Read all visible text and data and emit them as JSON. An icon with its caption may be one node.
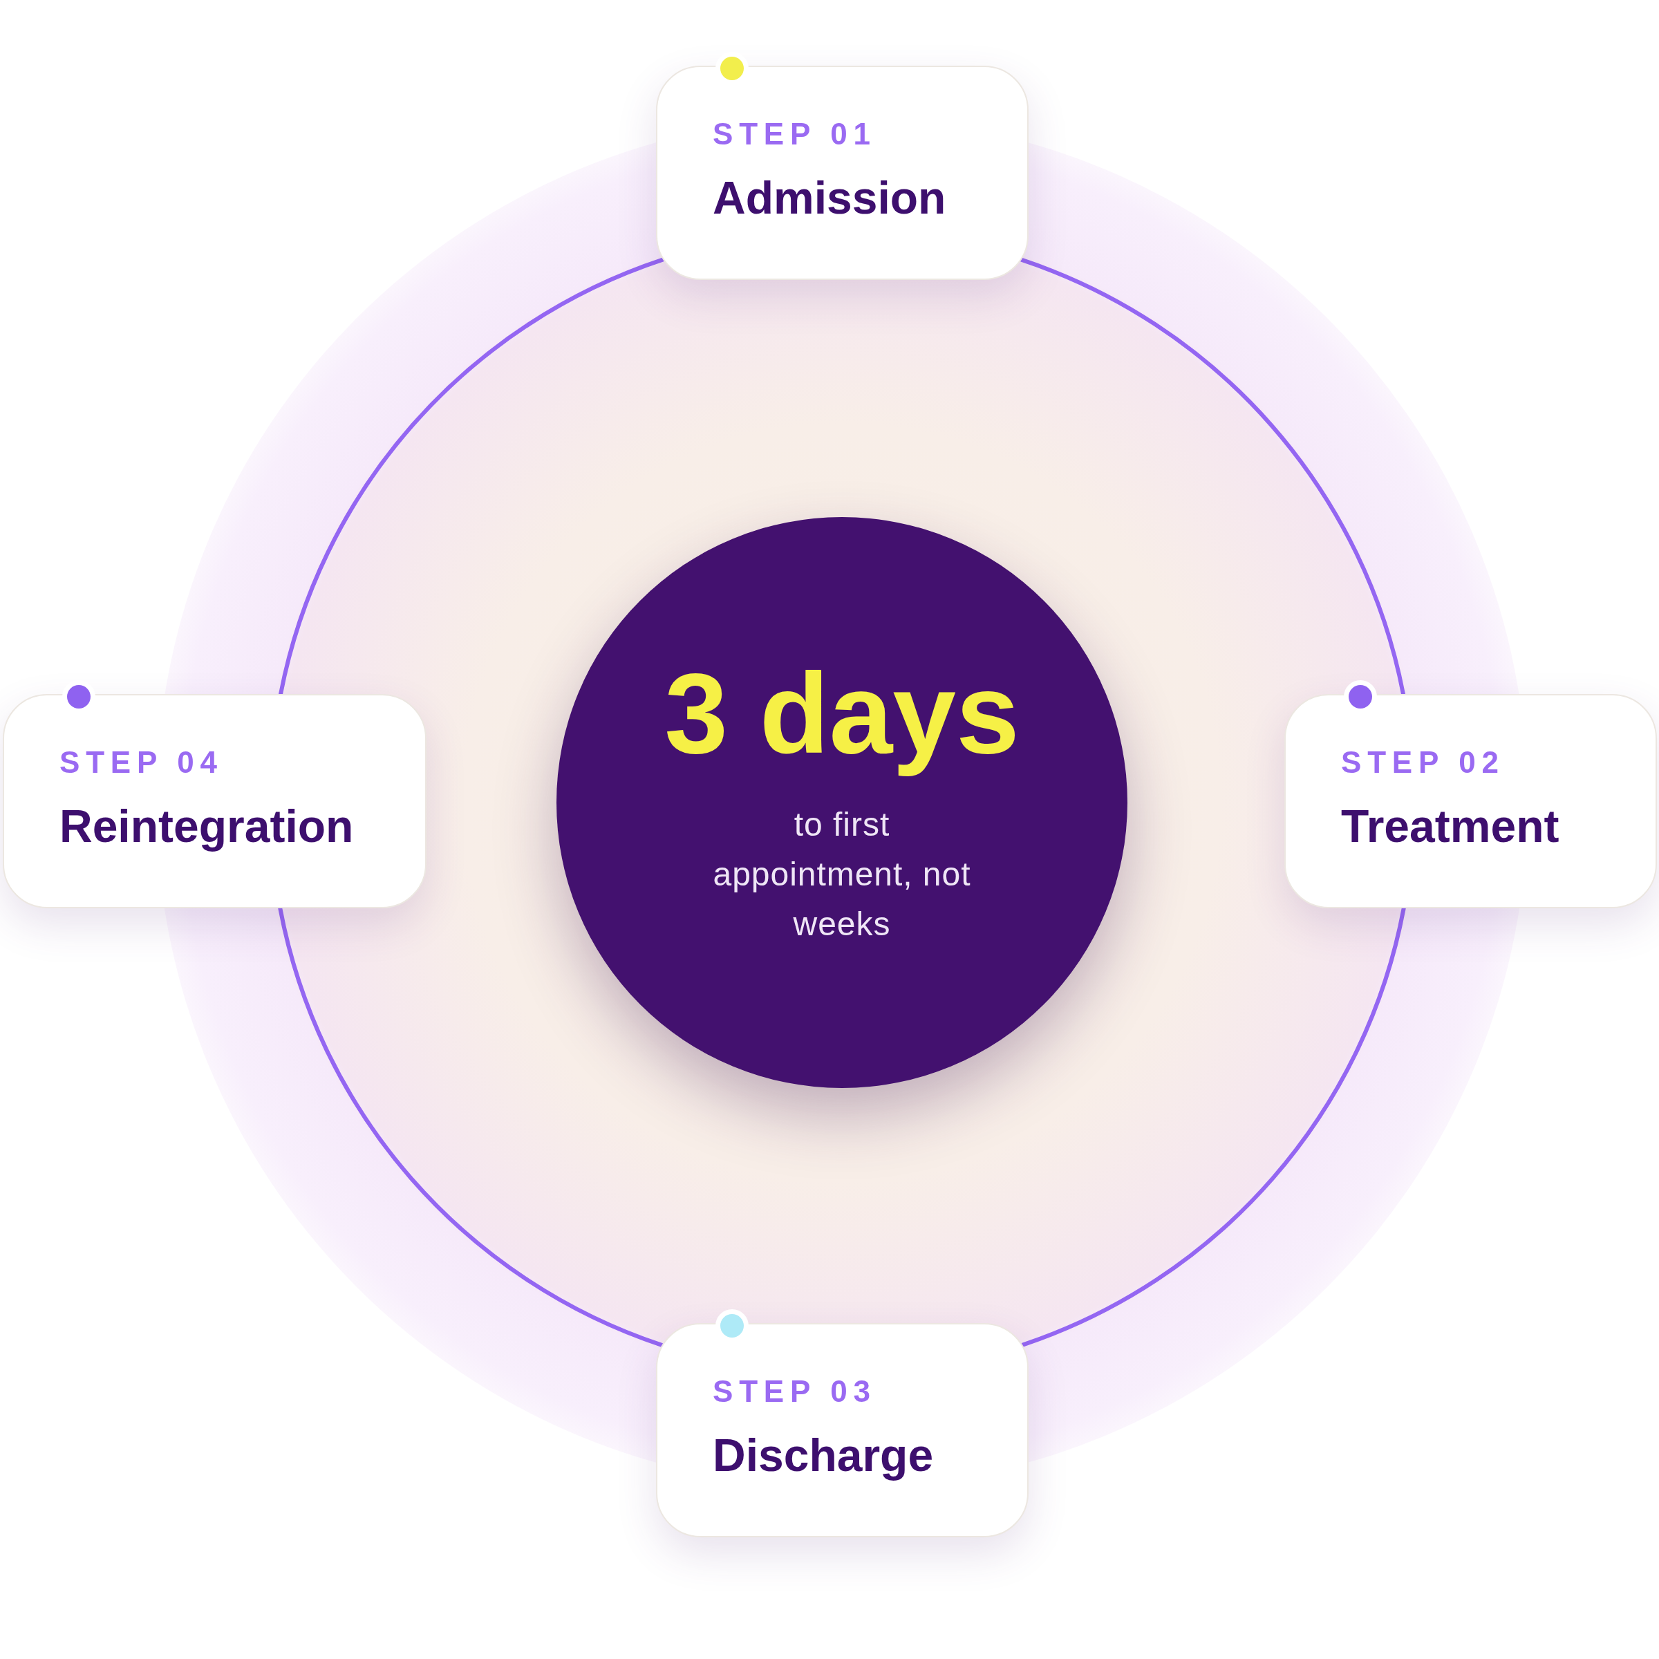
{
  "diagram": {
    "nodes": [
      {
        "text": [
          "STEP 01",
          "Admission"
        ]
      },
      {
        "text": [
          "STEP 04",
          "Reintegration"
        ]
      },
      {
        "text": [
          "3 days",
          "to first appointment, not weeks"
        ]
      },
      {
        "text": [
          "STEP 02",
          "Treatment"
        ]
      },
      {
        "text": [
          "STEP 03",
          "Discharge"
        ]
      }
    ],
    "edges": [
      {
        "from": 0,
        "to": 3,
        "arrow": "none"
      },
      {
        "from": 3,
        "to": 4,
        "arrow": "none"
      },
      {
        "from": 4,
        "to": 1,
        "arrow": "none"
      },
      {
        "from": 1,
        "to": 0,
        "arrow": "none"
      }
    ]
  }
}
